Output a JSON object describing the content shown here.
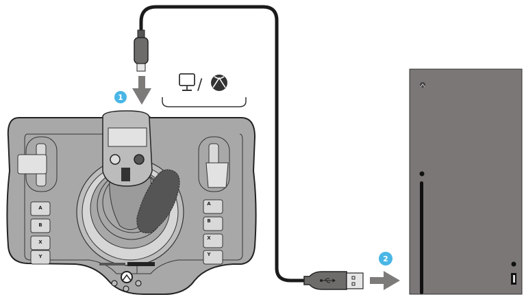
{
  "steps": {
    "step1": "1",
    "step2": "2"
  },
  "target_label": {
    "separator": "/",
    "icons": [
      "monitor-icon",
      "xbox-logo-icon"
    ]
  },
  "controller": {
    "buttons_left": [
      "A",
      "B",
      "X",
      "Y"
    ],
    "buttons_right": [
      "A",
      "B",
      "X",
      "Y"
    ]
  },
  "colors": {
    "badge": "#49b6e6",
    "arrow": "#7d7b7a",
    "console": "#7a7776",
    "controller_body": "#a9a8a8",
    "cable": "#1b1b1b"
  }
}
